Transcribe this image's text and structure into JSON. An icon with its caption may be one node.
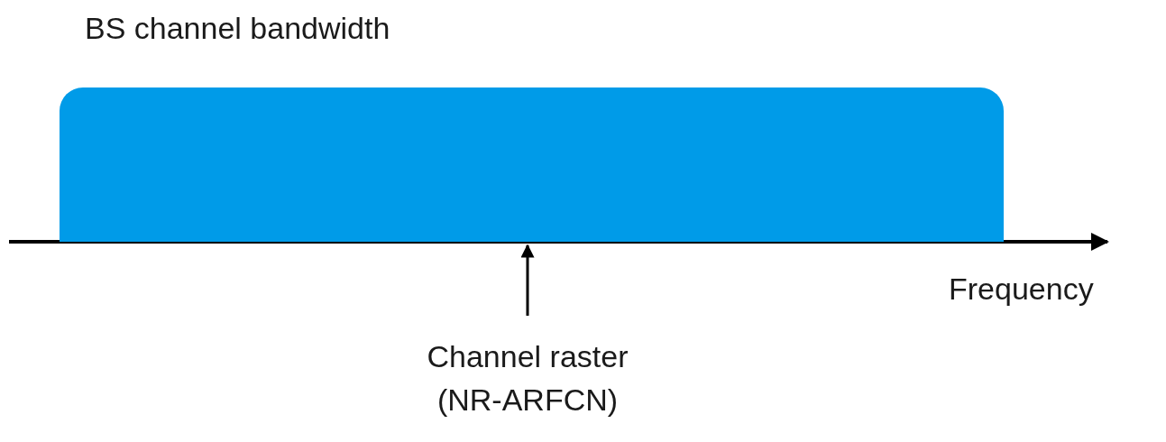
{
  "diagram": {
    "nodes": [
      {
        "text": [
          "BS channel bandwidth"
        ]
      },
      {
        "text": [
          "Channel raster (NR-ARFCN)"
        ]
      }
    ],
    "edges": [
      {
        "from": 1,
        "to": 0,
        "arrow": "to"
      }
    ],
    "labels": [
      "Frequency"
    ]
  }
}
